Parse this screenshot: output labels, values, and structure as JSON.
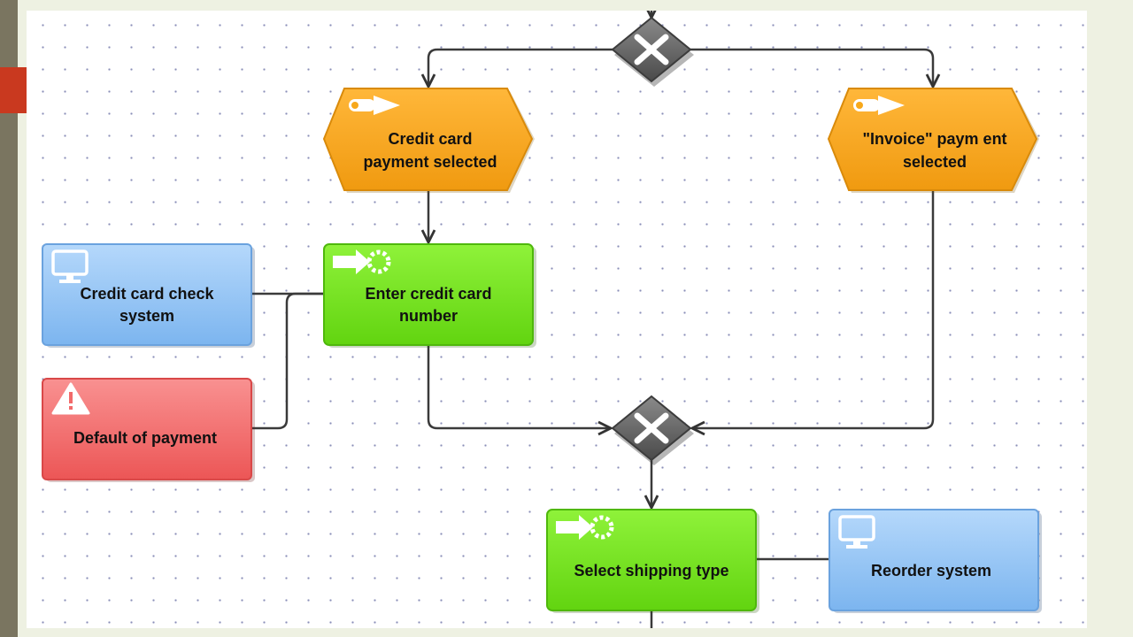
{
  "diagram": {
    "colors": {
      "event": "#f7a81b",
      "function": "#7fe01a",
      "system": "#8fc3f5",
      "risk": "#f26a6a",
      "gateway": "#6b6b6b",
      "connector": "#333333"
    },
    "gateways": [
      {
        "id": "split-xor",
        "symbol": "XOR"
      },
      {
        "id": "join-xor",
        "symbol": "XOR"
      }
    ],
    "events": [
      {
        "id": "credit-card-payment-selected",
        "lines": [
          "Credit card",
          "payment selected"
        ]
      },
      {
        "id": "invoice-payment-selected",
        "lines": [
          "\"Invoice\" paym ent",
          "selected"
        ]
      }
    ],
    "functions": [
      {
        "id": "enter-credit-card-number",
        "lines": [
          "Enter credit card",
          "number"
        ]
      },
      {
        "id": "select-shipping-type",
        "lines": [
          "Select shipping type"
        ]
      }
    ],
    "systems": [
      {
        "id": "credit-card-check-system",
        "lines": [
          "Credit card check",
          "system"
        ],
        "icon": "monitor-icon"
      },
      {
        "id": "reorder-system",
        "lines": [
          "Reorder system"
        ],
        "icon": "monitor-icon"
      }
    ],
    "risks": [
      {
        "id": "default-of-payment",
        "lines": [
          "Default of payment"
        ],
        "icon": "warning-icon"
      }
    ]
  }
}
